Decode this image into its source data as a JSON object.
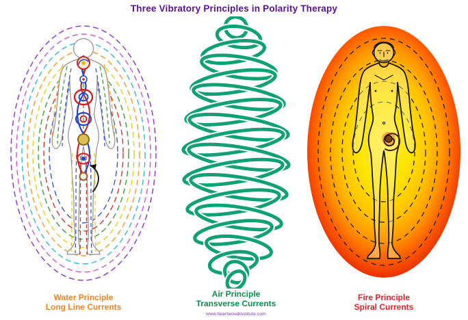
{
  "title": "Three Vibratory Principles in Polarity Therapy",
  "website": "www.heartwoodinstitute.com",
  "colors": {
    "title": "#5a0f9b",
    "website": "#7b2fbe",
    "water_accent": "#f5821f",
    "air_accent": "#0f8f4d",
    "fire_accent": "#ee1c24",
    "air_coil": "#0fa173",
    "fire_center": "#ffee45",
    "fire_edge": "#ef3a00"
  },
  "panels": {
    "water": {
      "principle": "Water Principle",
      "currents": "Long Line Currents"
    },
    "air": {
      "principle": "Air Principle",
      "currents": "Transverse Currents"
    },
    "fire": {
      "principle": "Fire Principle",
      "currents": "Spiral Currents"
    }
  }
}
